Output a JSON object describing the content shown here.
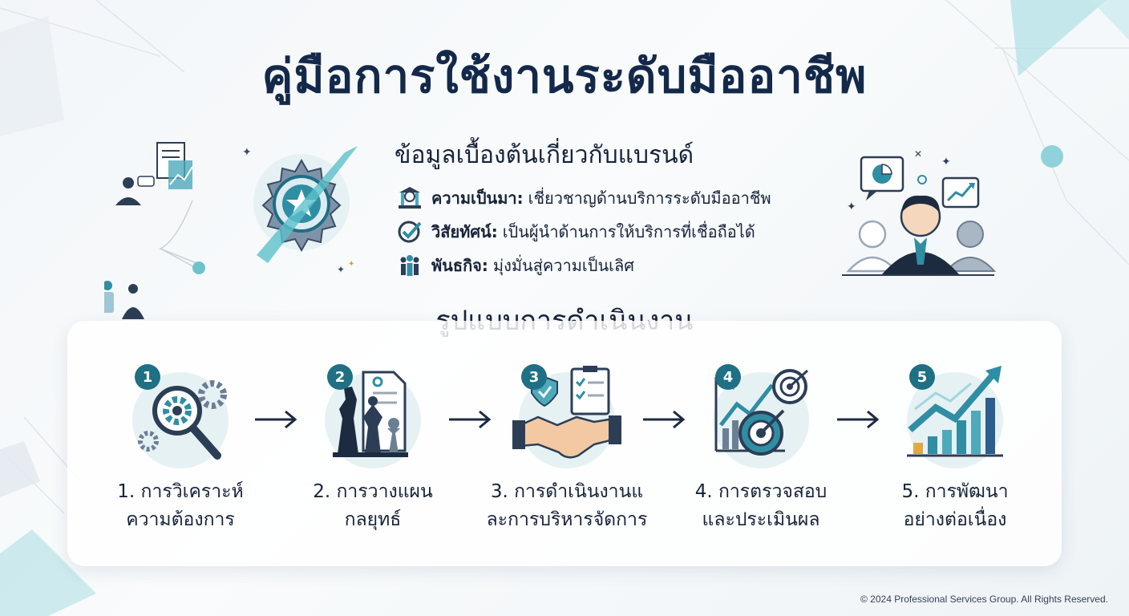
{
  "title": "คู่มือการใช้งานระดับมืออาชีพ",
  "brand": {
    "heading": "ข้อมูลเบื้องต้นเกี่ยวกับแบรนด์",
    "items": [
      {
        "icon": "history-icon",
        "label": "ความเป็นมา:",
        "text": "เชี่ยวชาญด้านบริการระดับมืออาชีพ"
      },
      {
        "icon": "check-icon",
        "label": "วิสัยทัศน์:",
        "text": "เป็นผู้นำด้านการให้บริการที่เชื่อถือได้"
      },
      {
        "icon": "team-icon",
        "label": "พันธกิจ:",
        "text": "มุ่งมั่นสู่ความเป็นเลิศ"
      }
    ]
  },
  "operations": {
    "heading": "รูปแบบการดำเนินงาน",
    "steps": [
      {
        "number": "1",
        "line1": "1. การวิเคราะห์",
        "line2": "ความต้องการ",
        "icon": "magnifier-gears-icon"
      },
      {
        "number": "2",
        "line1": "2. การวางแผน",
        "line2": "กลยุทธ์",
        "icon": "chess-strategy-icon"
      },
      {
        "number": "3",
        "line1": "3. การดำเนินงานแ",
        "line2": "ละการบริหารจัดการ",
        "icon": "handshake-icon"
      },
      {
        "number": "4",
        "line1": "4. การตรวจสอบ",
        "line2": "และประเมินผล",
        "icon": "target-chart-icon"
      },
      {
        "number": "5",
        "line1": "5. การพัฒนา",
        "line2": "อย่างต่อเนื่อง",
        "icon": "growth-chart-icon"
      }
    ]
  },
  "footer": "© 2024 Professional Services Group. All Rights Reserved.",
  "colors": {
    "primary": "#1f6f85",
    "accent": "#7fd3dc",
    "text": "#17233a",
    "navy": "#14294a"
  }
}
